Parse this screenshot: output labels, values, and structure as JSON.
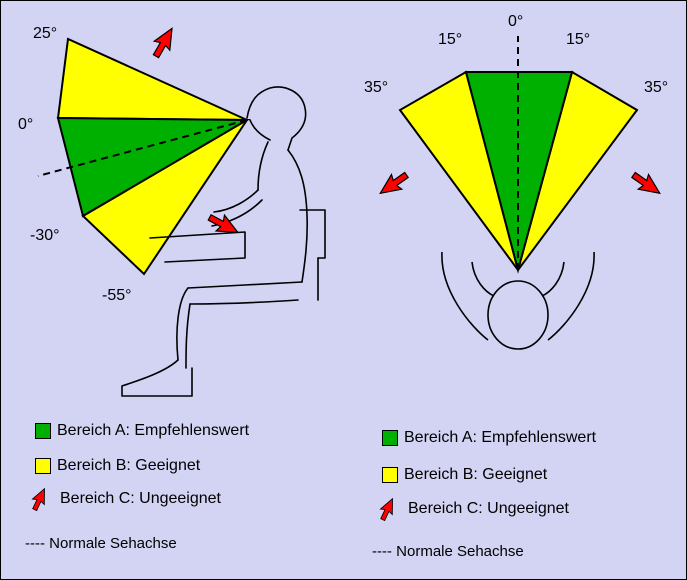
{
  "colors": {
    "background": "#d3d4f4",
    "zone_a": "#00b000",
    "zone_b": "#ffff00",
    "zone_c": "#ff0000"
  },
  "side_view": {
    "angles": [
      "25°",
      "0°",
      "-30°",
      "-55°"
    ]
  },
  "top_view": {
    "angles": [
      "0°",
      "15°",
      "15°",
      "35°",
      "35°"
    ]
  },
  "legend_left": {
    "a": "Bereich A: Empfehlenswert",
    "b": "Bereich B: Geeignet",
    "c": "Bereich C: Ungeeignet",
    "axis": "---- Normale Sehachse"
  },
  "legend_right": {
    "a": "Bereich A: Empfehlenswert",
    "b": "Bereich B: Geeignet",
    "c": "Bereich C: Ungeeignet",
    "axis": "---- Normale Sehachse"
  }
}
